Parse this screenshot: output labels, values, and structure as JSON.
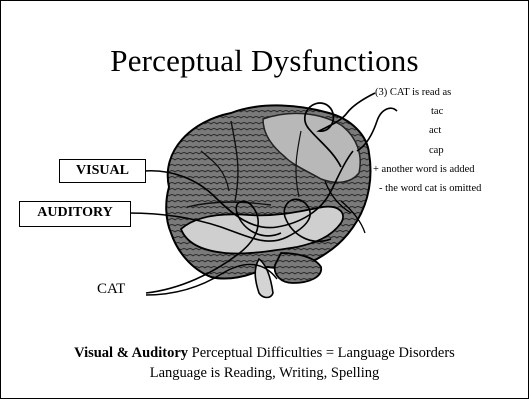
{
  "slide": {
    "title": "Perceptual Dysfunctions",
    "labels": {
      "visual": "VISUAL",
      "auditory": "AUDITORY",
      "cat": "CAT"
    },
    "notes": [
      "(3) CAT is read as",
      "tac",
      "act",
      "cap",
      "+ another word is added",
      "- the word cat is omitted"
    ],
    "footer": {
      "line1_bold": "Visual & Auditory",
      "line1_rest": " Perceptual Difficulties = Language Disorders",
      "line2": "Language is Reading, Writing, Spelling"
    }
  }
}
